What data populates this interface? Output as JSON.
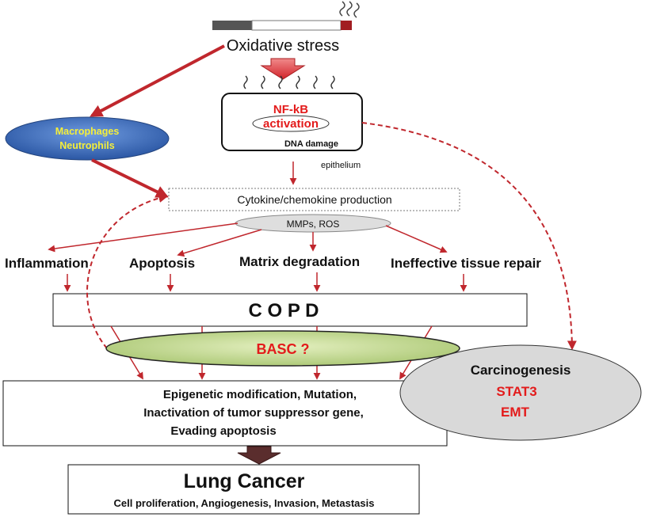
{
  "top": {
    "cigarette_icon": "cigarette-icon",
    "oxidative_stress": "Oxidative stress"
  },
  "immune_cells": {
    "line1": "Macrophages",
    "line2": "Neutrophils"
  },
  "epithelium_box": {
    "nfkb": "NF-kB",
    "activation": "activation",
    "dna_damage": "DNA damage",
    "epithelium": "epithelium"
  },
  "cytokine": {
    "label": "Cytokine/chemokine production",
    "mmps": "MMPs, ROS"
  },
  "outcomes": [
    "Inflammation",
    "Apoptosis",
    "Matrix degradation",
    "Ineffective tissue repair"
  ],
  "copd": "C O P D",
  "basc": "BASC ?",
  "carcinogenesis": {
    "title": "Carcinogenesis",
    "stat3": "STAT3",
    "emt": "EMT"
  },
  "mechanisms": [
    "Epigenetic modification, Mutation,",
    "Inactivation of tumor suppressor gene,",
    "Evading apoptosis"
  ],
  "lung_cancer": {
    "title": "Lung Cancer",
    "subtitle": "Cell proliferation, Angiogenesis, Invasion, Metastasis"
  },
  "colors": {
    "arrow_red": "#c0272d",
    "text_red": "#e31b1b",
    "basc_fill": "#c6dc94",
    "immune_fill": "#3c6bb7",
    "immune_text": "#f5ef3a",
    "carcinogenesis_fill": "#d9d9d9"
  }
}
